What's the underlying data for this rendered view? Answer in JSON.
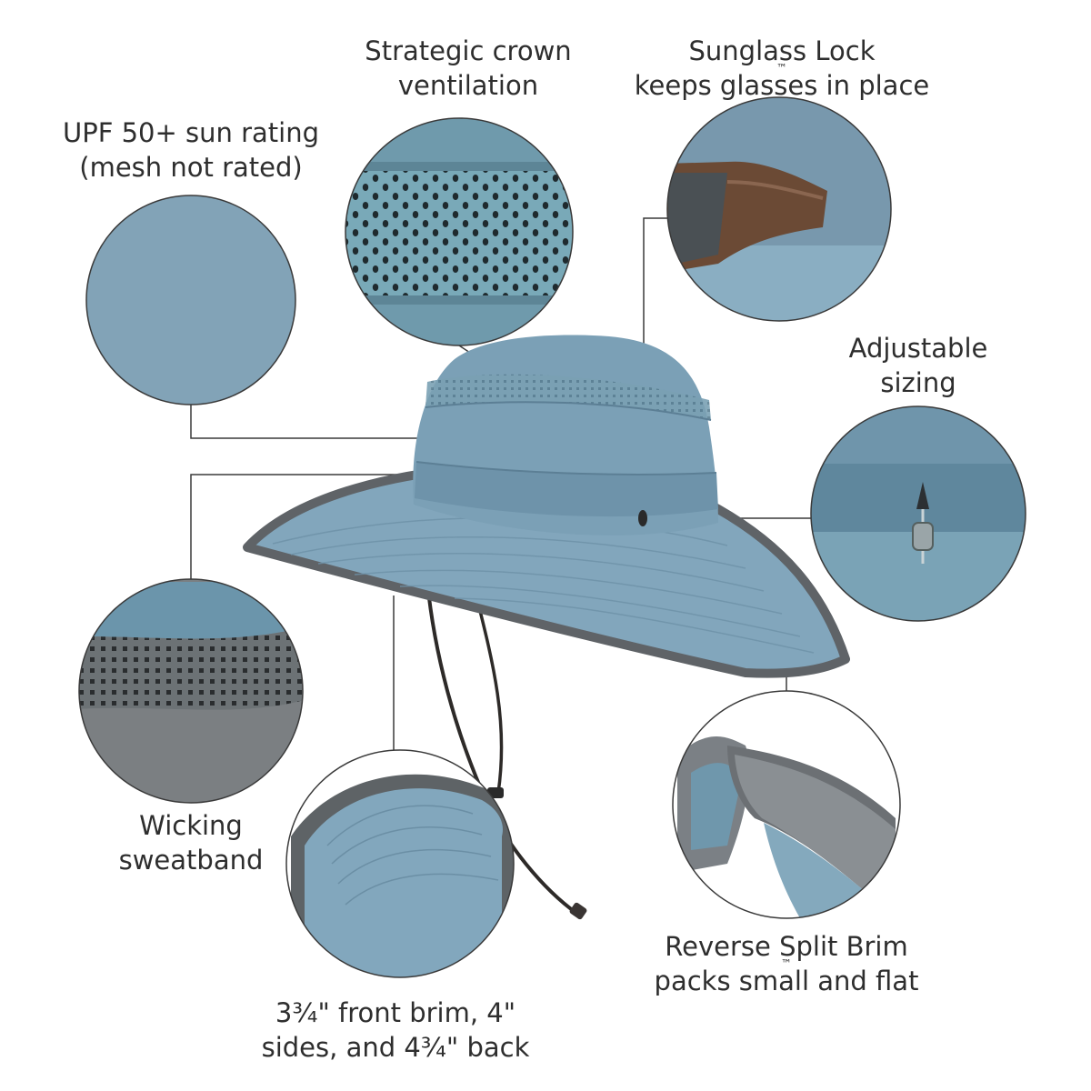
{
  "features": {
    "upf": {
      "line1": "UPF 50+ sun rating",
      "line2": "(mesh not rated)"
    },
    "ventilation": {
      "line1": "Strategic crown",
      "line2": "ventilation"
    },
    "sunglass": {
      "line1a": "Sunglass Lock",
      "tm": "™",
      "line2": "keeps glasses in place"
    },
    "sizing": {
      "line1": "Adjustable",
      "line2": "sizing"
    },
    "sweatband": {
      "line1": "Wicking",
      "line2": "sweatband"
    },
    "brim_sizes": {
      "line1": "3¾\" front brim, 4\"",
      "line2": "sides, and 4¾\" back"
    },
    "split_brim": {
      "line1a": "Reverse Split Brim",
      "tm": "™",
      "line2": "packs small and flat"
    }
  },
  "colors": {
    "hat_blue": "#7a9cb3",
    "hat_light": "#8fb0c4",
    "mesh_blue": "#6f9bab",
    "trim_gray": "#6b6f73",
    "leader_line": "#3a3a3a"
  }
}
